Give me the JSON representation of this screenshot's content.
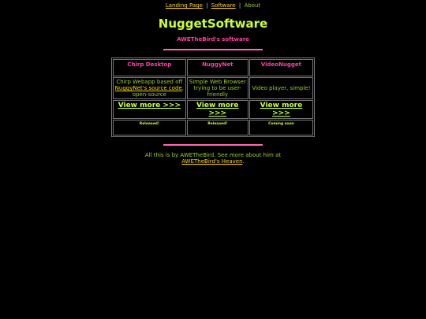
{
  "nav": {
    "landing": "Landing Page",
    "sep1": "|",
    "software": "Software",
    "sep2": "|",
    "about": "About"
  },
  "header": {
    "title": "NuggetSoftware",
    "subtitle": "AWETheBird's software"
  },
  "products": [
    {
      "name": "Chirp Desktop",
      "desc_prefix": "Chirp Webapp based off",
      "desc_link": "NuggyNet's source code",
      "desc_suffix": ", open-source",
      "more": "View more >>>",
      "status": "Released!"
    },
    {
      "name": "NuggyNet",
      "desc": "Simple Web Browser trying to be user-friendly",
      "more": "View more >>>",
      "status": "Released!"
    },
    {
      "name": "VideoNugget",
      "desc": "Video player, simple!",
      "more": "View more >>>",
      "status": "Coming soon"
    }
  ],
  "footer": {
    "text": "All this is by AWETheBird. See more about him at",
    "link": "AWETheBird's Heaven",
    "end": "."
  },
  "colors": {
    "background": "#000000",
    "title": "#ccff33",
    "accent_pink": "#ff3fa6",
    "text_green": "#9acd32",
    "link_gold": "#ffd700"
  }
}
